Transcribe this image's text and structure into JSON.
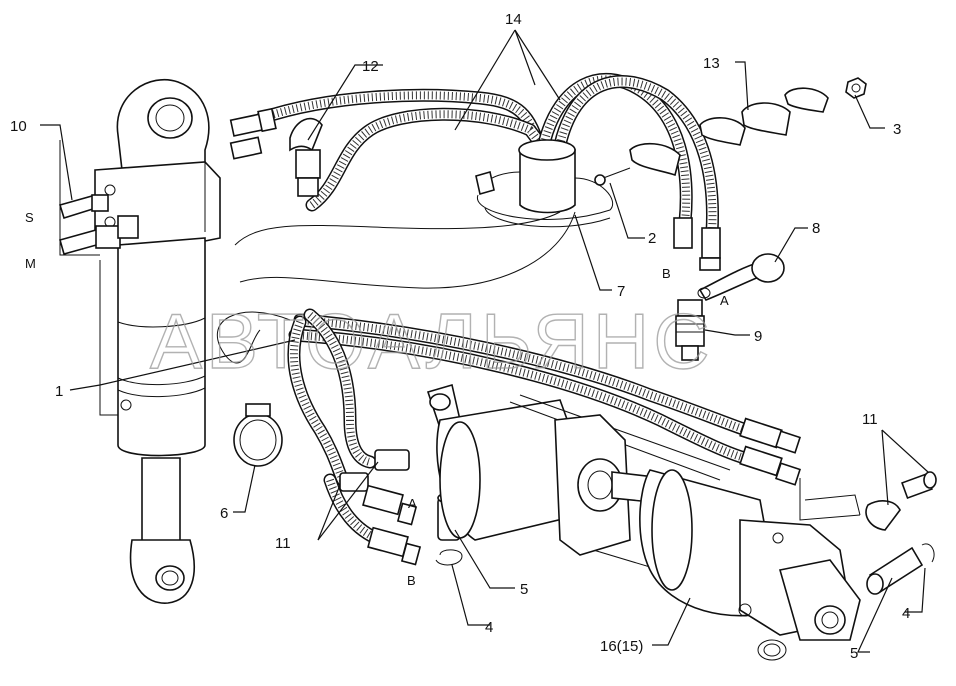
{
  "watermark": "АВТОАЛЬЯНС",
  "labels": {
    "l1": "1",
    "l2": "2",
    "l3": "3",
    "l4a": "4",
    "l4b": "4",
    "l5a": "5",
    "l5b": "5",
    "l6": "6",
    "l7": "7",
    "l8": "8",
    "l9": "9",
    "l10": "10",
    "l11a": "11",
    "l11b": "11",
    "l12": "12",
    "l13": "13",
    "l14": "14",
    "l16": "16(15)",
    "portS": "S",
    "portM": "M",
    "portA1": "A",
    "portB1": "B",
    "portA2": "A",
    "portB2": "B"
  }
}
